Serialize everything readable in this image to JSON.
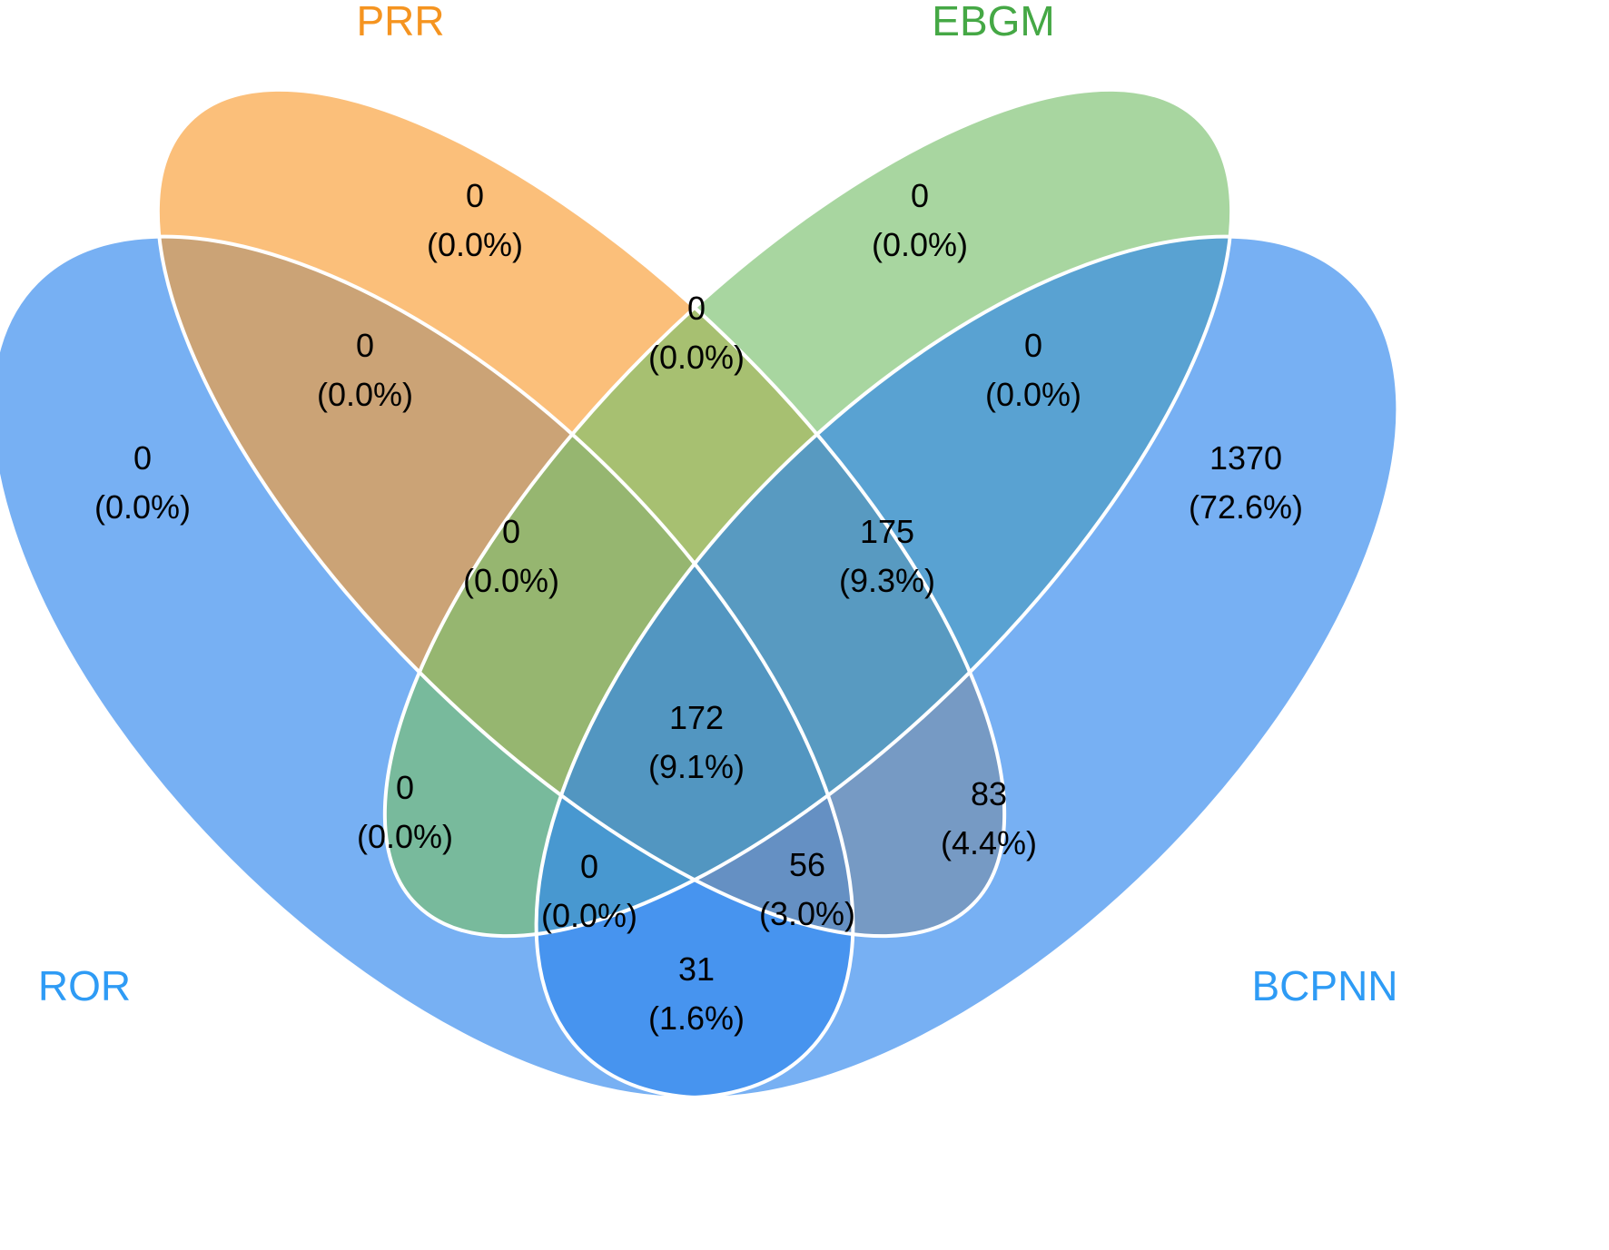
{
  "figure": {
    "type": "venn-4set",
    "description": "Four-set Venn diagram comparing signal detection methods"
  },
  "sets": {
    "ror": {
      "label": "ROR",
      "color": "#2E9BF5",
      "fill": "#2E86EC"
    },
    "prr": {
      "label": "PRR",
      "color": "#F59420",
      "fill": "#F99D33"
    },
    "ebgm": {
      "label": "EBGM",
      "color": "#45A845",
      "fill": "#79C06D"
    },
    "bcpnn": {
      "label": "BCPNN",
      "color": "#2E9BF5",
      "fill": "#2E86EC"
    }
  },
  "regions": {
    "prr_only": {
      "sets": "PRR",
      "count": "0",
      "pct": "(0.0%)"
    },
    "ebgm_only": {
      "sets": "EBGM",
      "count": "0",
      "pct": "(0.0%)"
    },
    "ror_prr": {
      "sets": "ROR∩PRR",
      "count": "0",
      "pct": "(0.0%)"
    },
    "prr_ebgm": {
      "sets": "PRR∩EBGM",
      "count": "0",
      "pct": "(0.0%)"
    },
    "ebgm_bcpnn": {
      "sets": "EBGM∩BCPNN",
      "count": "0",
      "pct": "(0.0%)"
    },
    "ror_only": {
      "sets": "ROR",
      "count": "0",
      "pct": "(0.0%)"
    },
    "bcpnn_only": {
      "sets": "BCPNN",
      "count": "1370",
      "pct": "(72.6%)"
    },
    "ror_prr_ebgm": {
      "sets": "ROR∩PRR∩EBGM",
      "count": "0",
      "pct": "(0.0%)"
    },
    "prr_ebgm_bcpnn": {
      "sets": "PRR∩EBGM∩BCPNN",
      "count": "175",
      "pct": "(9.3%)"
    },
    "all_four": {
      "sets": "ROR∩PRR∩EBGM∩BCPNN",
      "count": "172",
      "pct": "(9.1%)"
    },
    "ror_ebgm": {
      "sets": "ROR∩EBGM",
      "count": "0",
      "pct": "(0.0%)"
    },
    "prr_bcpnn": {
      "sets": "PRR∩BCPNN",
      "count": "83",
      "pct": "(4.4%)"
    },
    "ror_ebgm_bcpnn": {
      "sets": "ROR∩EBGM∩BCPNN",
      "count": "0",
      "pct": "(0.0%)"
    },
    "ror_prr_bcpnn": {
      "sets": "ROR∩PRR∩BCPNN",
      "count": "56",
      "pct": "(3.0%)"
    },
    "ror_bcpnn": {
      "sets": "ROR∩BCPNN",
      "count": "31",
      "pct": "(1.6%)"
    }
  }
}
